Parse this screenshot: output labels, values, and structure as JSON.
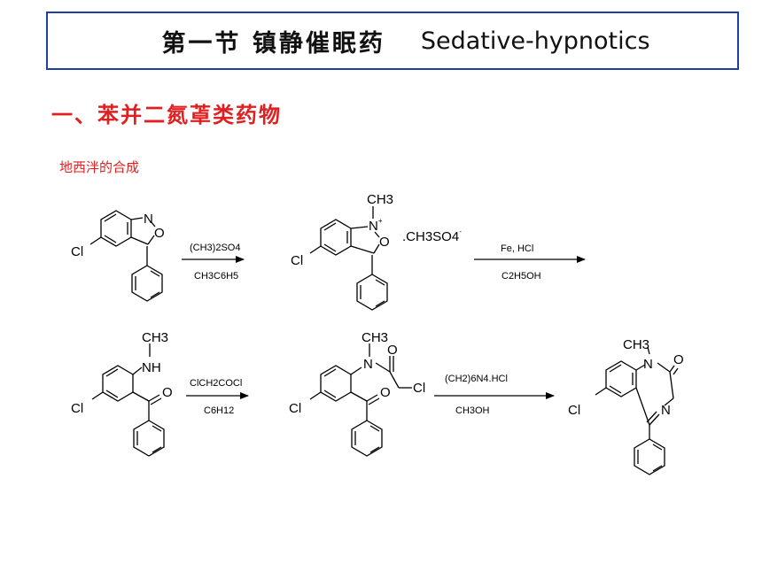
{
  "header": {
    "title_cn": "第一节   镇静催眠药",
    "title_en": "Sedative-hypnotics",
    "border_color": "#1f3fa0"
  },
  "section": {
    "heading": "一、苯并二氮䓬类药物",
    "subheading": "地西泮的合成",
    "color": "#e02020"
  },
  "scheme": {
    "step1": {
      "reagent_top": "(CH3)2SO4",
      "reagent_bottom": "CH3C6H5"
    },
    "step2": {
      "reagent_top": "Fe, HCl",
      "reagent_bottom": "C2H5OH"
    },
    "step3": {
      "reagent_top": "ClCH2COCl",
      "reagent_bottom": "C6H12"
    },
    "step4": {
      "reagent_top": "(CH2)6N4.HCl",
      "reagent_bottom": "CH3OH"
    },
    "atoms": {
      "cl": "Cl",
      "n": "N",
      "o": "O",
      "nh": "NH",
      "ch3": "CH3",
      "plus": "+",
      "salt": ".CH3SO4",
      "minus": "-"
    }
  }
}
